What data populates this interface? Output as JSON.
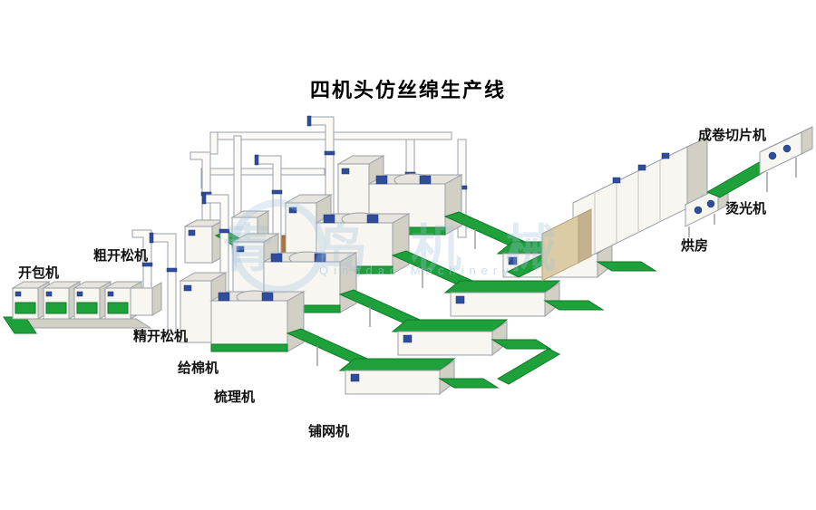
{
  "title": "四机头仿丝绵生产线",
  "watermark": {
    "cn": "青岛机械",
    "en": "Qingdao Machinery"
  },
  "labels": {
    "bale_opener": "开包机",
    "coarse_opener": "粗开松机",
    "fine_opener": "精开松机",
    "cotton_feeder": "给棉机",
    "carding_machine": "梳理机",
    "web_lapper": "铺网机",
    "drying_oven": "烘房",
    "glazing_machine": "烫光机",
    "roll_slicing_machine": "成卷切片机"
  },
  "colors": {
    "background": "#ffffff",
    "belt_green": "#1ea13a",
    "belt_green_dark": "#0f7a27",
    "machine_white": "#f7f6f1",
    "machine_shade": "#e6e4dc",
    "machine_dark": "#d2cfc5",
    "outline": "#9aa0a8",
    "accent_blue": "#2e4d9d",
    "accent_orange": "#cf8b4b",
    "beige": "#dbcca6",
    "watermark_blue": "#9fc0dd",
    "label_color": "#111111"
  }
}
